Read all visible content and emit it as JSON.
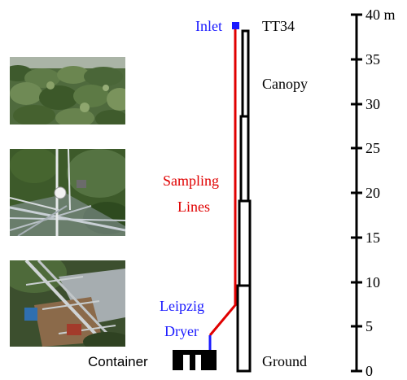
{
  "labels": {
    "inlet": "Inlet",
    "tower": "TT34",
    "canopy": "Canopy",
    "sampling_line_1": "Sampling",
    "sampling_line_2": "Lines",
    "dryer_line_1": "Leipzig",
    "dryer_line_2": "Dryer",
    "container": "Container",
    "ground": "Ground"
  },
  "height_scale": {
    "unit": "m",
    "ticks": [
      "40 m",
      "35",
      "30",
      "25",
      "20",
      "15",
      "10",
      "5",
      "0"
    ]
  },
  "photos": [
    "canopy-photo",
    "tower-top-photo",
    "tower-base-photo"
  ],
  "colors": {
    "inlet_line": "#1a1aff",
    "sampling_line": "#e00000",
    "dryer_line": "#1a1aff",
    "tower_outline": "#000000",
    "text_black": "#000000",
    "text_blue": "#1a1aff",
    "text_red": "#e00000"
  }
}
